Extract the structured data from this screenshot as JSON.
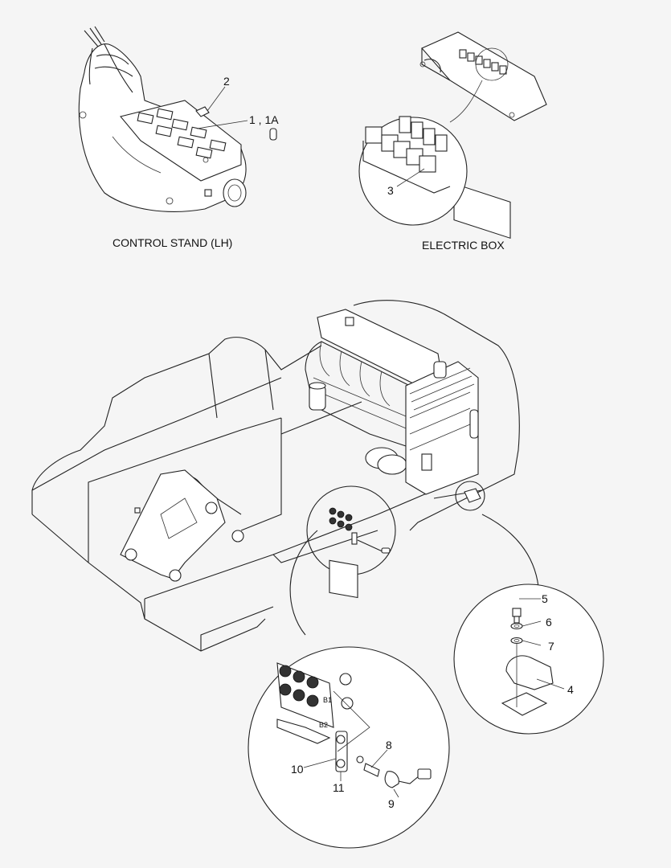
{
  "captions": {
    "control_stand": "CONTROL STAND (LH)",
    "electric_box": "ELECTRIC BOX"
  },
  "part_labels": {
    "p1": "1 , 1A",
    "p2": "2",
    "p3": "3",
    "p4": "4",
    "p5": "5",
    "p6": "6",
    "p7": "7",
    "p8": "8",
    "p9": "9",
    "p10": "10",
    "p11": "11"
  },
  "port_labels": {
    "b1": "B1",
    "b2": "B2"
  }
}
